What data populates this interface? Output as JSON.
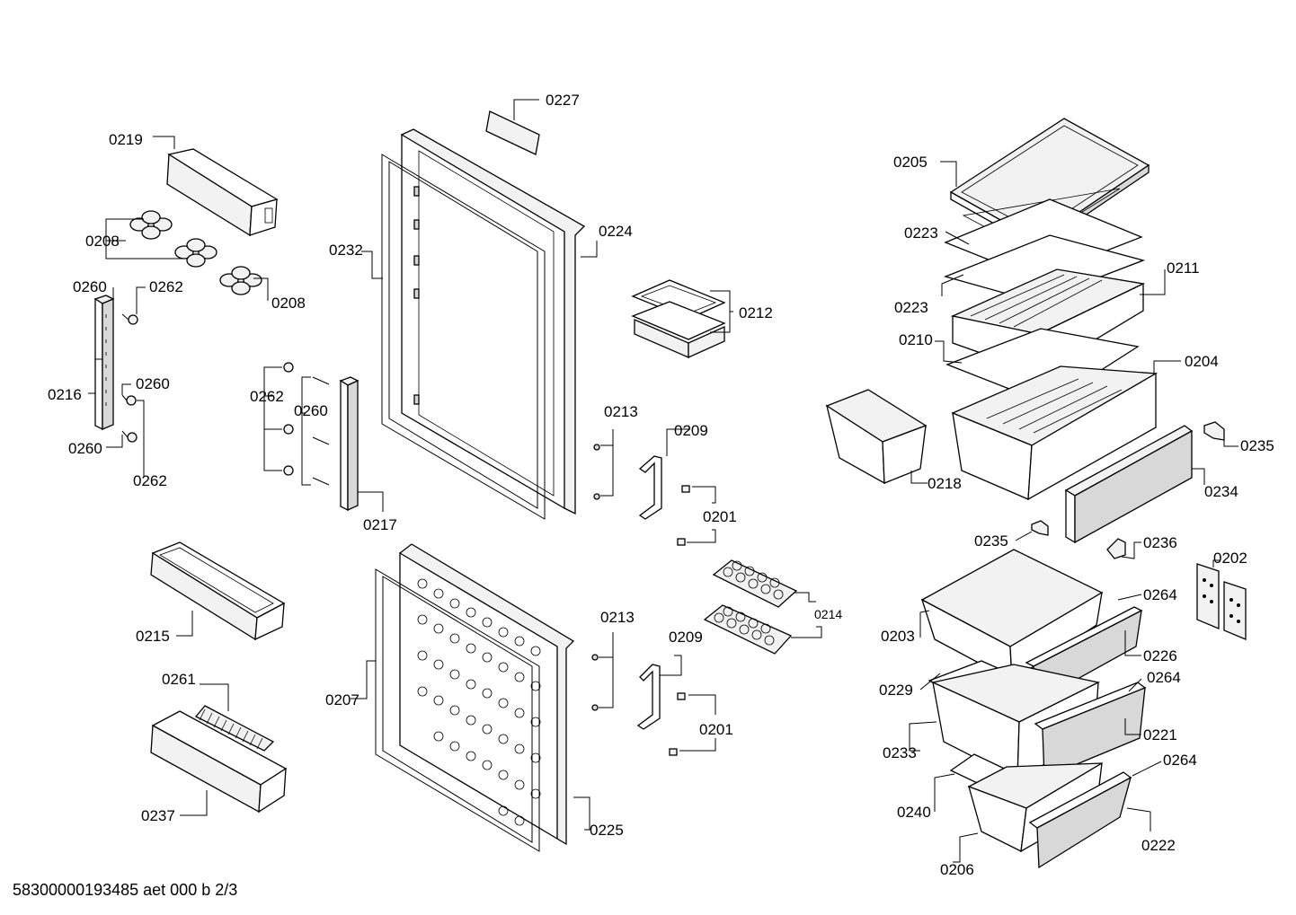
{
  "parts": {
    "p0227": "0227",
    "p0219": "0219",
    "p0208a": "0208",
    "p0208b": "0208",
    "p0260a": "0260",
    "p0262a": "0262",
    "p0216": "0216",
    "p0260b": "0260",
    "p0260c": "0260",
    "p0262b": "0262",
    "p0232": "0232",
    "p0224": "0224",
    "p0262c": "0262",
    "p0260d": "0260",
    "p0217": "0217",
    "p0212": "0212",
    "p0213a": "0213",
    "p0209a": "0209",
    "p0201a": "0201",
    "p0215": "0215",
    "p0214": "0214",
    "p0213b": "0213",
    "p0209b": "0209",
    "p0207": "0207",
    "p0201b": "0201",
    "p0261": "0261",
    "p0237": "0237",
    "p0225": "0225",
    "p0205": "0205",
    "p0223a": "0223",
    "p0223b": "0223",
    "p0211": "0211",
    "p0210": "0210",
    "p0204": "0204",
    "p0235a": "0235",
    "p0218": "0218",
    "p0234": "0234",
    "p0235b": "0235",
    "p0236": "0236",
    "p0202": "0202",
    "p0264a": "0264",
    "p0203": "0203",
    "p0226": "0226",
    "p0229": "0229",
    "p0264b": "0264",
    "p0233": "0233",
    "p0221": "0221",
    "p0264c": "0264",
    "p0240": "0240",
    "p0222": "0222",
    "p0206": "0206"
  },
  "document_ref": "58300000193485 aet 000 b 2/3"
}
